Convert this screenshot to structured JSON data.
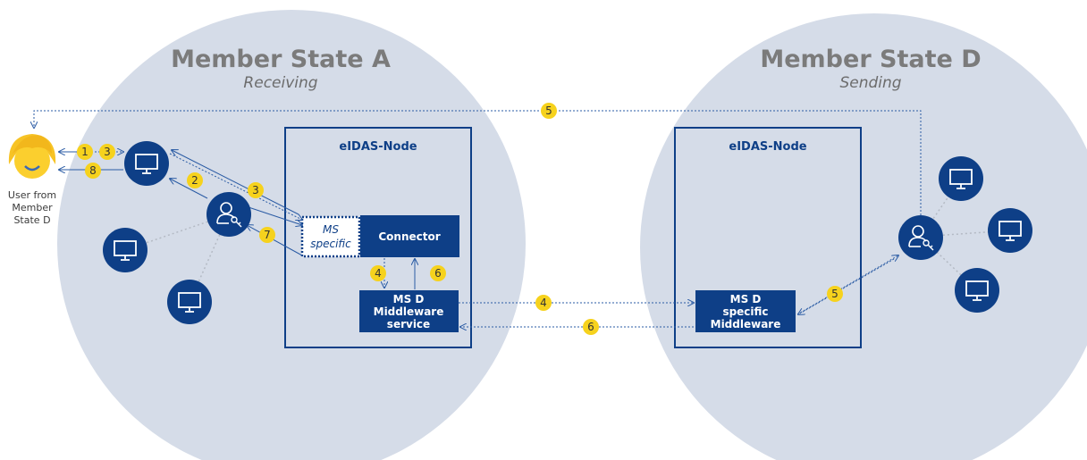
{
  "member_state_a": {
    "title": "Member State A",
    "subtitle": "Receiving"
  },
  "member_state_d": {
    "title": "Member State D",
    "subtitle": "Sending"
  },
  "node_a": {
    "label": "eIDAS-Node",
    "ms_specific": [
      "MS",
      "specific"
    ],
    "connector": "Connector",
    "middleware_service": [
      "MS D",
      "Middleware",
      "service"
    ]
  },
  "node_d": {
    "label": "eIDAS-Node",
    "middleware": [
      "MS D",
      "specific",
      "Middleware"
    ]
  },
  "user": {
    "label": [
      "User from",
      "Member",
      "State D"
    ]
  },
  "steps": [
    "1",
    "3",
    "8",
    "2",
    "3",
    "7",
    "4",
    "6",
    "4",
    "6",
    "5",
    "5"
  ],
  "colors": {
    "circle": "#d5dce8",
    "dark_blue": "#0e3f87",
    "badge_yellow": "#f6d21d",
    "title_grey": "#7b7b7b"
  },
  "icons": [
    "user-face-icon",
    "monitor-icon",
    "user-key-icon"
  ]
}
